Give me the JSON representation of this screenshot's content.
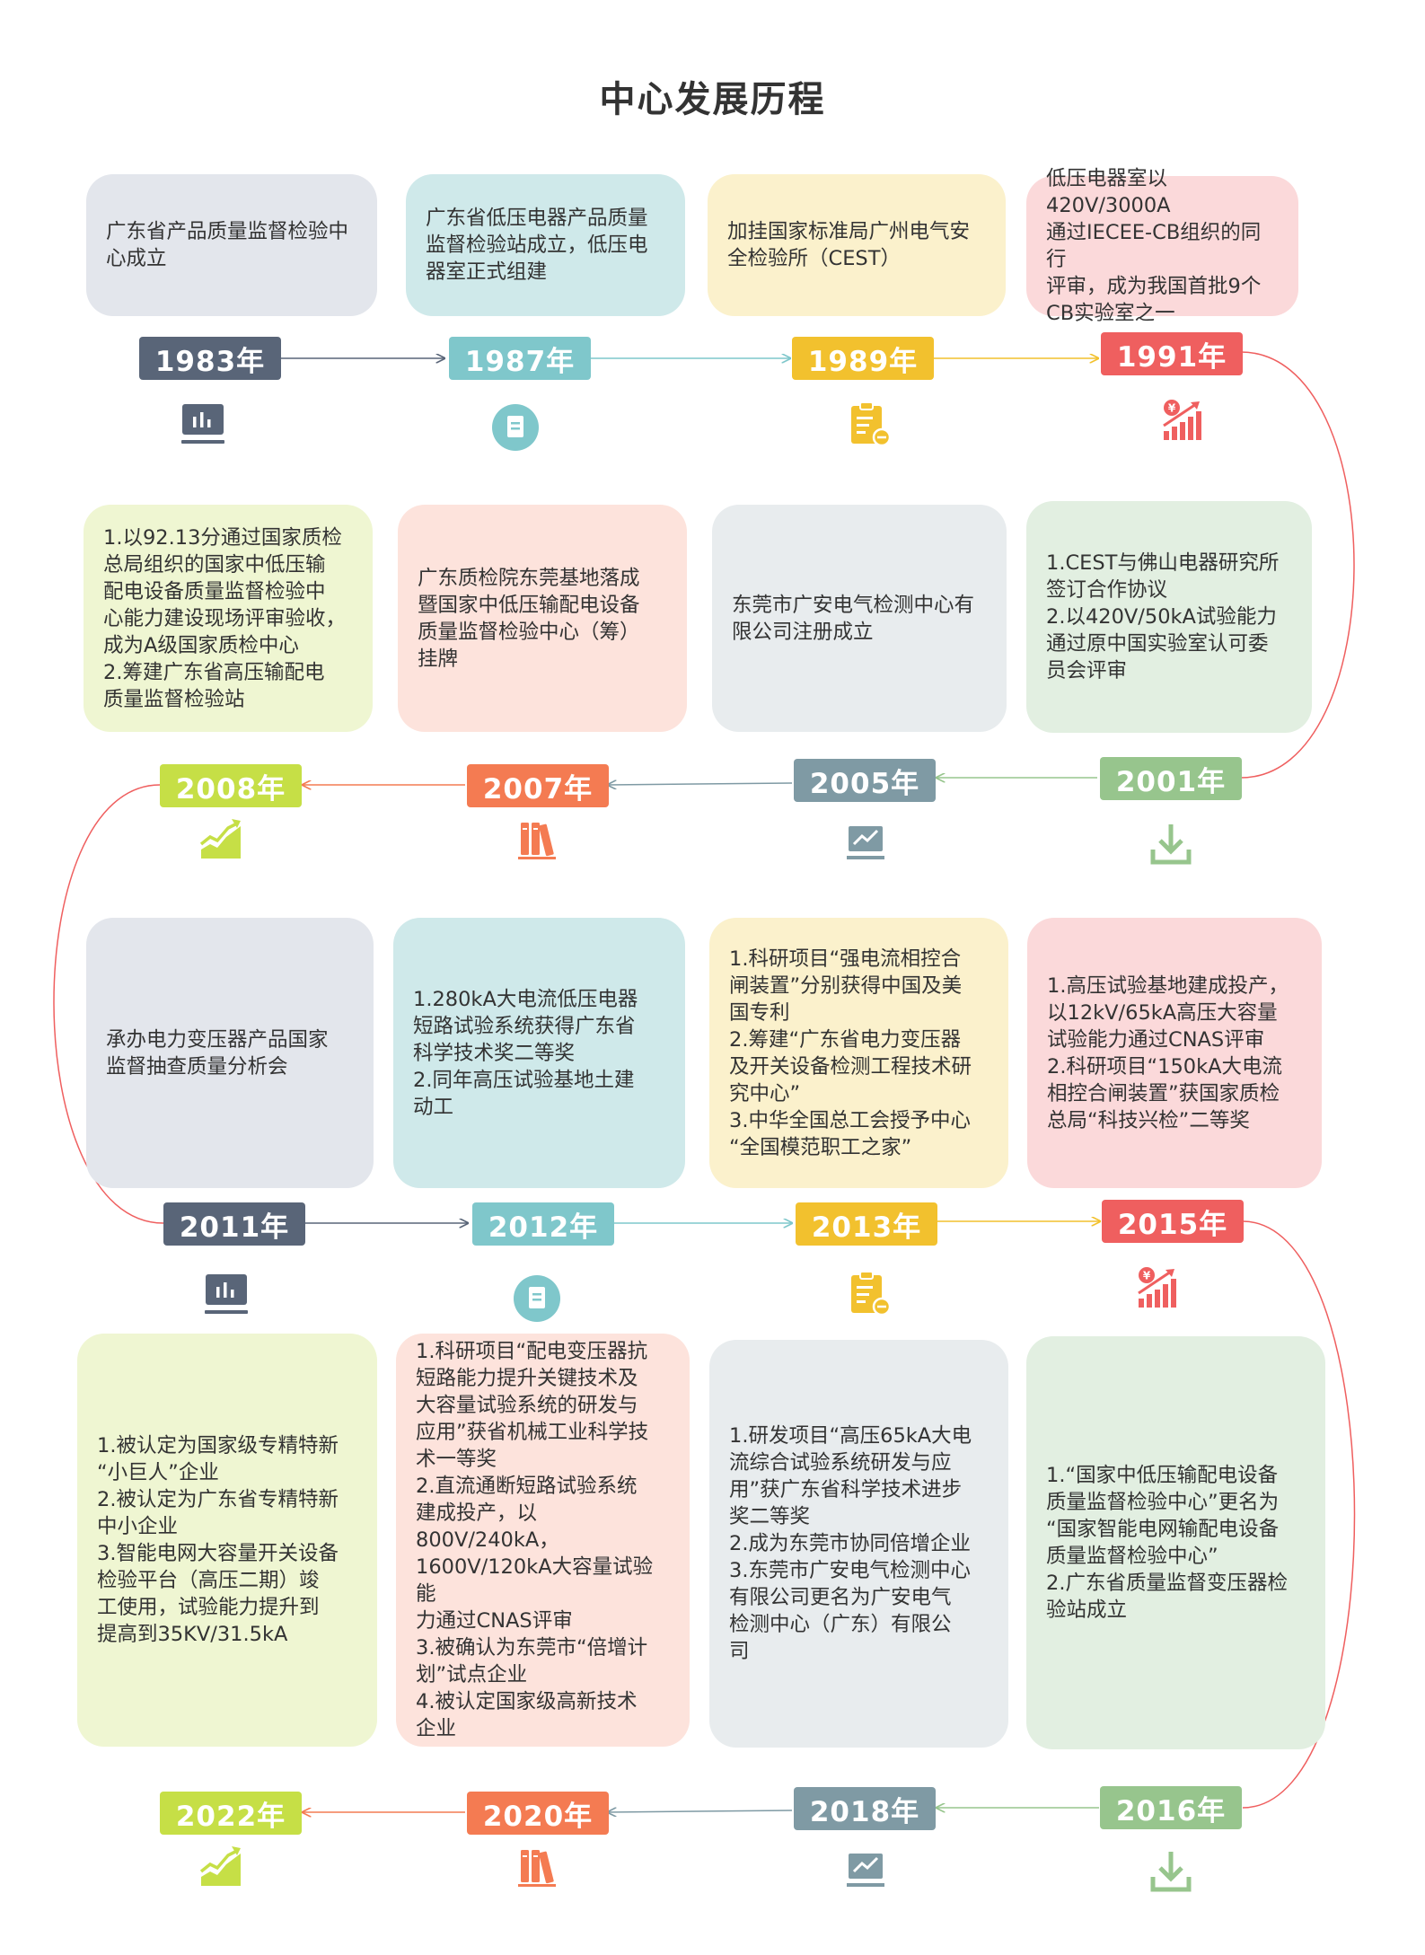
{
  "title": "中心发展历程",
  "colors": {
    "grey": "#596578",
    "teal": "#7fc7cb",
    "yellow": "#f2c12e",
    "pink": "#ef5f5f",
    "lime": "#c6df46",
    "orange": "#f47b52",
    "slate": "#7f9aa4",
    "sage": "#97c58d"
  },
  "milestones": [
    {
      "year": "1983年",
      "icon": "presentation-chart-icon",
      "text": "广东省产品质量监督检验中\n心成立"
    },
    {
      "year": "1987年",
      "icon": "document-circle-icon",
      "text": "广东省低压电器产品质量\n监督检验站成立，低压电\n器室正式组建"
    },
    {
      "year": "1989年",
      "icon": "clipboard-icon",
      "text": "加挂国家标准局广州电气安\n全检验所（CEST）"
    },
    {
      "year": "1991年",
      "icon": "yen-growth-chart-icon",
      "text": "低压电器室以420V/3000A\n通过IECEE-CB组织的同行\n评审，成为我国首批9个\nCB实验室之一"
    },
    {
      "year": "2001年",
      "icon": "download-icon",
      "text": "1.CEST与佛山电器研究所\n签订合作协议\n2.以420V/50kA试验能力\n通过原中国实验室认可委\n员会评审"
    },
    {
      "year": "2005年",
      "icon": "trend-monitor-icon",
      "text": "东莞市广安电气检测中心有\n限公司注册成立"
    },
    {
      "year": "2007年",
      "icon": "books-icon",
      "text": "广东质检院东莞基地落成\n暨国家中低压输配电设备\n质量监督检验中心（筹）\n挂牌"
    },
    {
      "year": "2008年",
      "icon": "growth-chart-icon",
      "text": "1.以92.13分通过国家质检\n总局组织的国家中低压输\n配电设备质量监督检验中\n心能力建设现场评审验收，\n成为A级国家质检中心\n2.筹建广东省高压输配电\n质量监督检验站"
    },
    {
      "year": "2011年",
      "icon": "presentation-chart-icon",
      "text": "承办电力变压器产品国家\n监督抽查质量分析会"
    },
    {
      "year": "2012年",
      "icon": "document-circle-icon",
      "text": "1.280kA大电流低压电器\n短路试验系统获得广东省\n科学技术奖二等奖\n2.同年高压试验基地土建\n动工"
    },
    {
      "year": "2013年",
      "icon": "clipboard-icon",
      "text": "1.科研项目“强电流相控合\n闸装置”分别获得中国及美\n国专利\n2.筹建“广东省电力变压器\n及开关设备检测工程技术研\n究中心”\n3.中华全国总工会授予中心\n“全国模范职工之家”"
    },
    {
      "year": "2015年",
      "icon": "yen-growth-chart-icon",
      "text": "1.高压试验基地建成投产，\n以12kV/65kA高压大容量\n试验能力通过CNAS评审\n2.科研项目“150kA大电流\n相控合闸装置”获国家质检\n总局“科技兴检”二等奖"
    },
    {
      "year": "2016年",
      "icon": "download-icon",
      "text": "1.“国家中低压输配电设备\n质量监督检验中心”更名为\n“国家智能电网输配电设备\n质量监督检验中心”\n2.广东省质量监督变压器检\n验站成立"
    },
    {
      "year": "2018年",
      "icon": "trend-monitor-icon",
      "text": "1.研发项目“高压65kA大电\n流综合试验系统研发与应\n用”获广东省科学技术进步\n奖二等奖\n2.成为东莞市协同倍增企业\n3.东莞市广安电气检测中心\n有限公司更名为广安电气\n检测中心（广东）有限公\n司"
    },
    {
      "year": "2020年",
      "icon": "books-icon",
      "text": "1.科研项目“配电变压器抗\n短路能力提升关键技术及\n大容量试验系统的研发与\n应用”获省机械工业科学技\n术一等奖\n2.直流通断短路试验系统\n建成投产，以800V/240kA，\n1600V/120kA大容量试验能\n力通过CNAS评审\n3.被确认为东莞市“倍增计\n划”试点企业\n4.被认定国家级高新技术\n企业"
    },
    {
      "year": "2022年",
      "icon": "growth-chart-icon",
      "text": "1.被认定为国家级专精特新\n“小巨人”企业\n2.被认定为广东省专精特新\n中小企业\n3.智能电网大容量开关设备\n检验平台（高压二期）竣\n工使用，试验能力提升到\n提高到35KV/31.5kA"
    }
  ]
}
